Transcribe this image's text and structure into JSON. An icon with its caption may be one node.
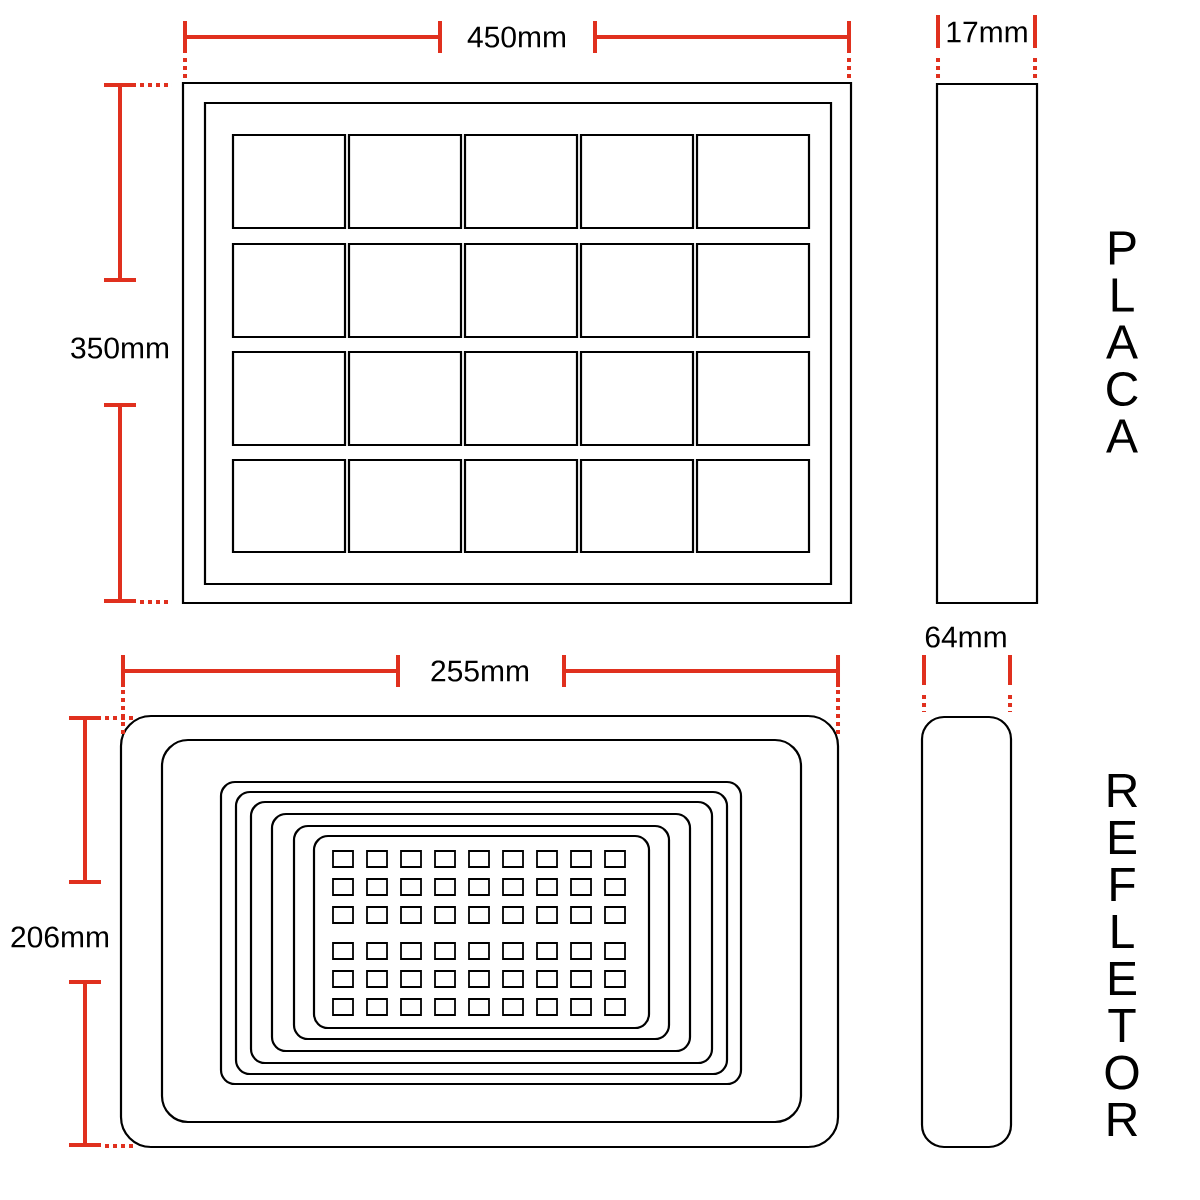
{
  "diagram": {
    "labels": [
      "450mm",
      "17mm",
      "350mm",
      "PLACA",
      "64mm",
      "255mm",
      "206mm",
      "REFLETOR"
    ]
  }
}
